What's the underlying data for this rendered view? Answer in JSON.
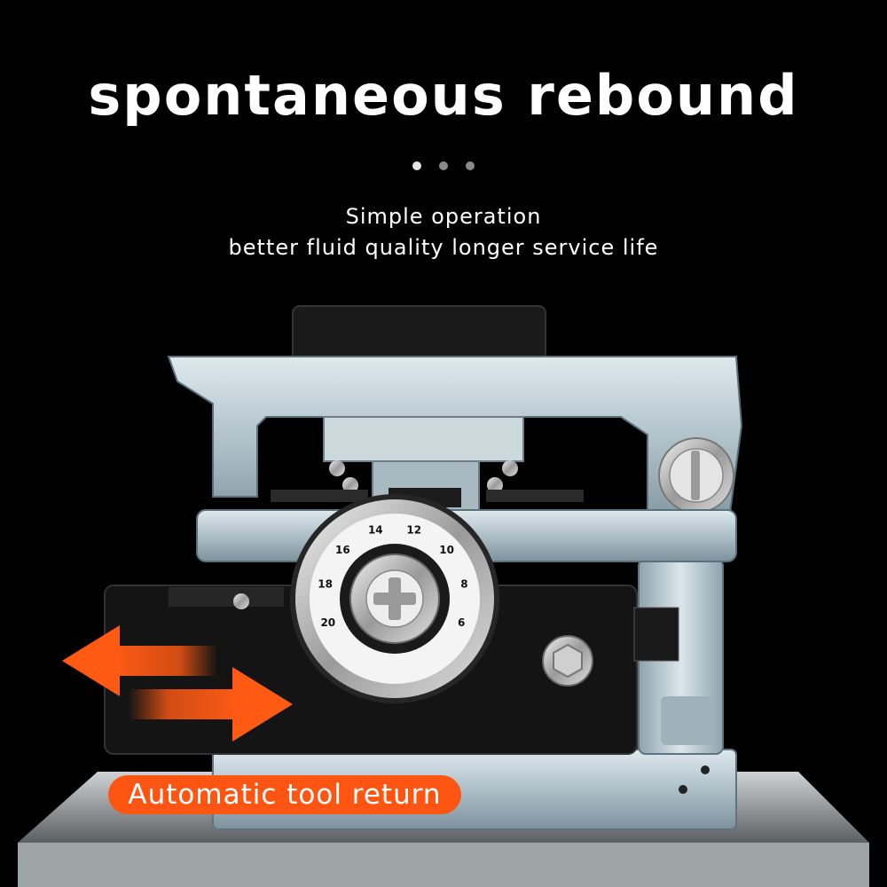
{
  "headline": "spontaneous rebound",
  "subtitle_line1": "Simple operation",
  "subtitle_line2": "better fluid quality longer service life",
  "badge_label": "Automatic tool return",
  "dial_numbers": [
    "20",
    "18",
    "16",
    "14",
    "12",
    "10",
    "8",
    "6"
  ],
  "colors": {
    "background": "#000000",
    "accent_orange": "#ff5a14",
    "badge_orange": "#ff5512",
    "metal": "#b8c8d0",
    "metal_dark": "#6f8590",
    "dot_active": "#e6e6e6",
    "dot_inactive": "#8a8a8a"
  },
  "icons": {
    "arrow_left": "left-arrow-icon",
    "arrow_right": "right-arrow-icon",
    "screw": "cross-screw-icon",
    "hex_bolt": "hex-bolt-icon"
  },
  "pagination": {
    "total": 3,
    "active_index": 0
  }
}
